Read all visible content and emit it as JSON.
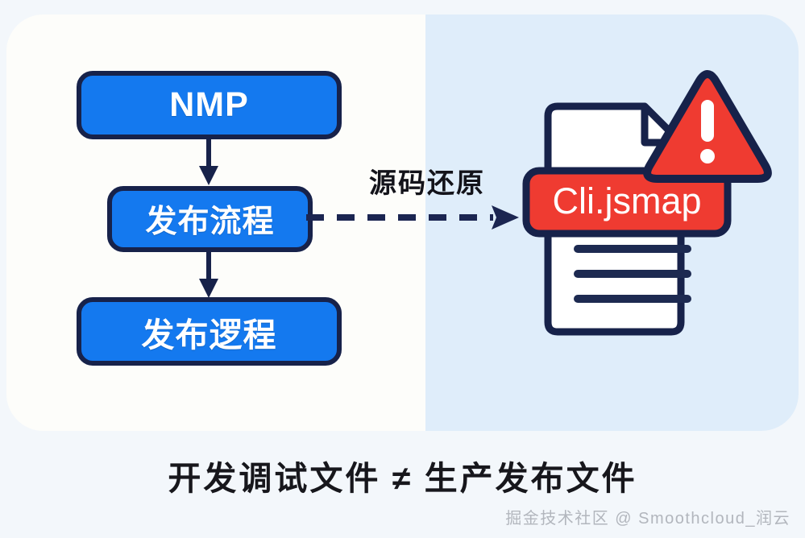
{
  "colors": {
    "page_background": "#f3f7fb",
    "panel_left": "#fdfdfa",
    "panel_right": "#dfedfa",
    "box_blue": "#1479ef",
    "outline_navy": "#17224a",
    "accent_red": "#ef3b31",
    "box_text": "#ffffff",
    "caption_text": "#17171c",
    "watermark_text": "#b2b6bd"
  },
  "flow": {
    "boxes": [
      {
        "id": "nmp",
        "label": "NMP"
      },
      {
        "id": "flow",
        "label": "发布流程"
      },
      {
        "id": "logic",
        "label": "发布逻程"
      }
    ],
    "connector_label": "源码还原"
  },
  "document": {
    "file_label": "Cli.jsmap",
    "warning_symbol": "!",
    "body_line_count": 3
  },
  "caption": {
    "text": "开发调试文件 ≠ 生产发布文件"
  },
  "watermark": {
    "text": "掘金技术社区 @ Smoothcloud_润云"
  },
  "icons": {
    "warning_triangle": "warning-triangle-icon",
    "document": "document-icon",
    "down_arrow": "down-arrow-icon",
    "dashed_arrow": "dashed-right-arrow-icon"
  }
}
